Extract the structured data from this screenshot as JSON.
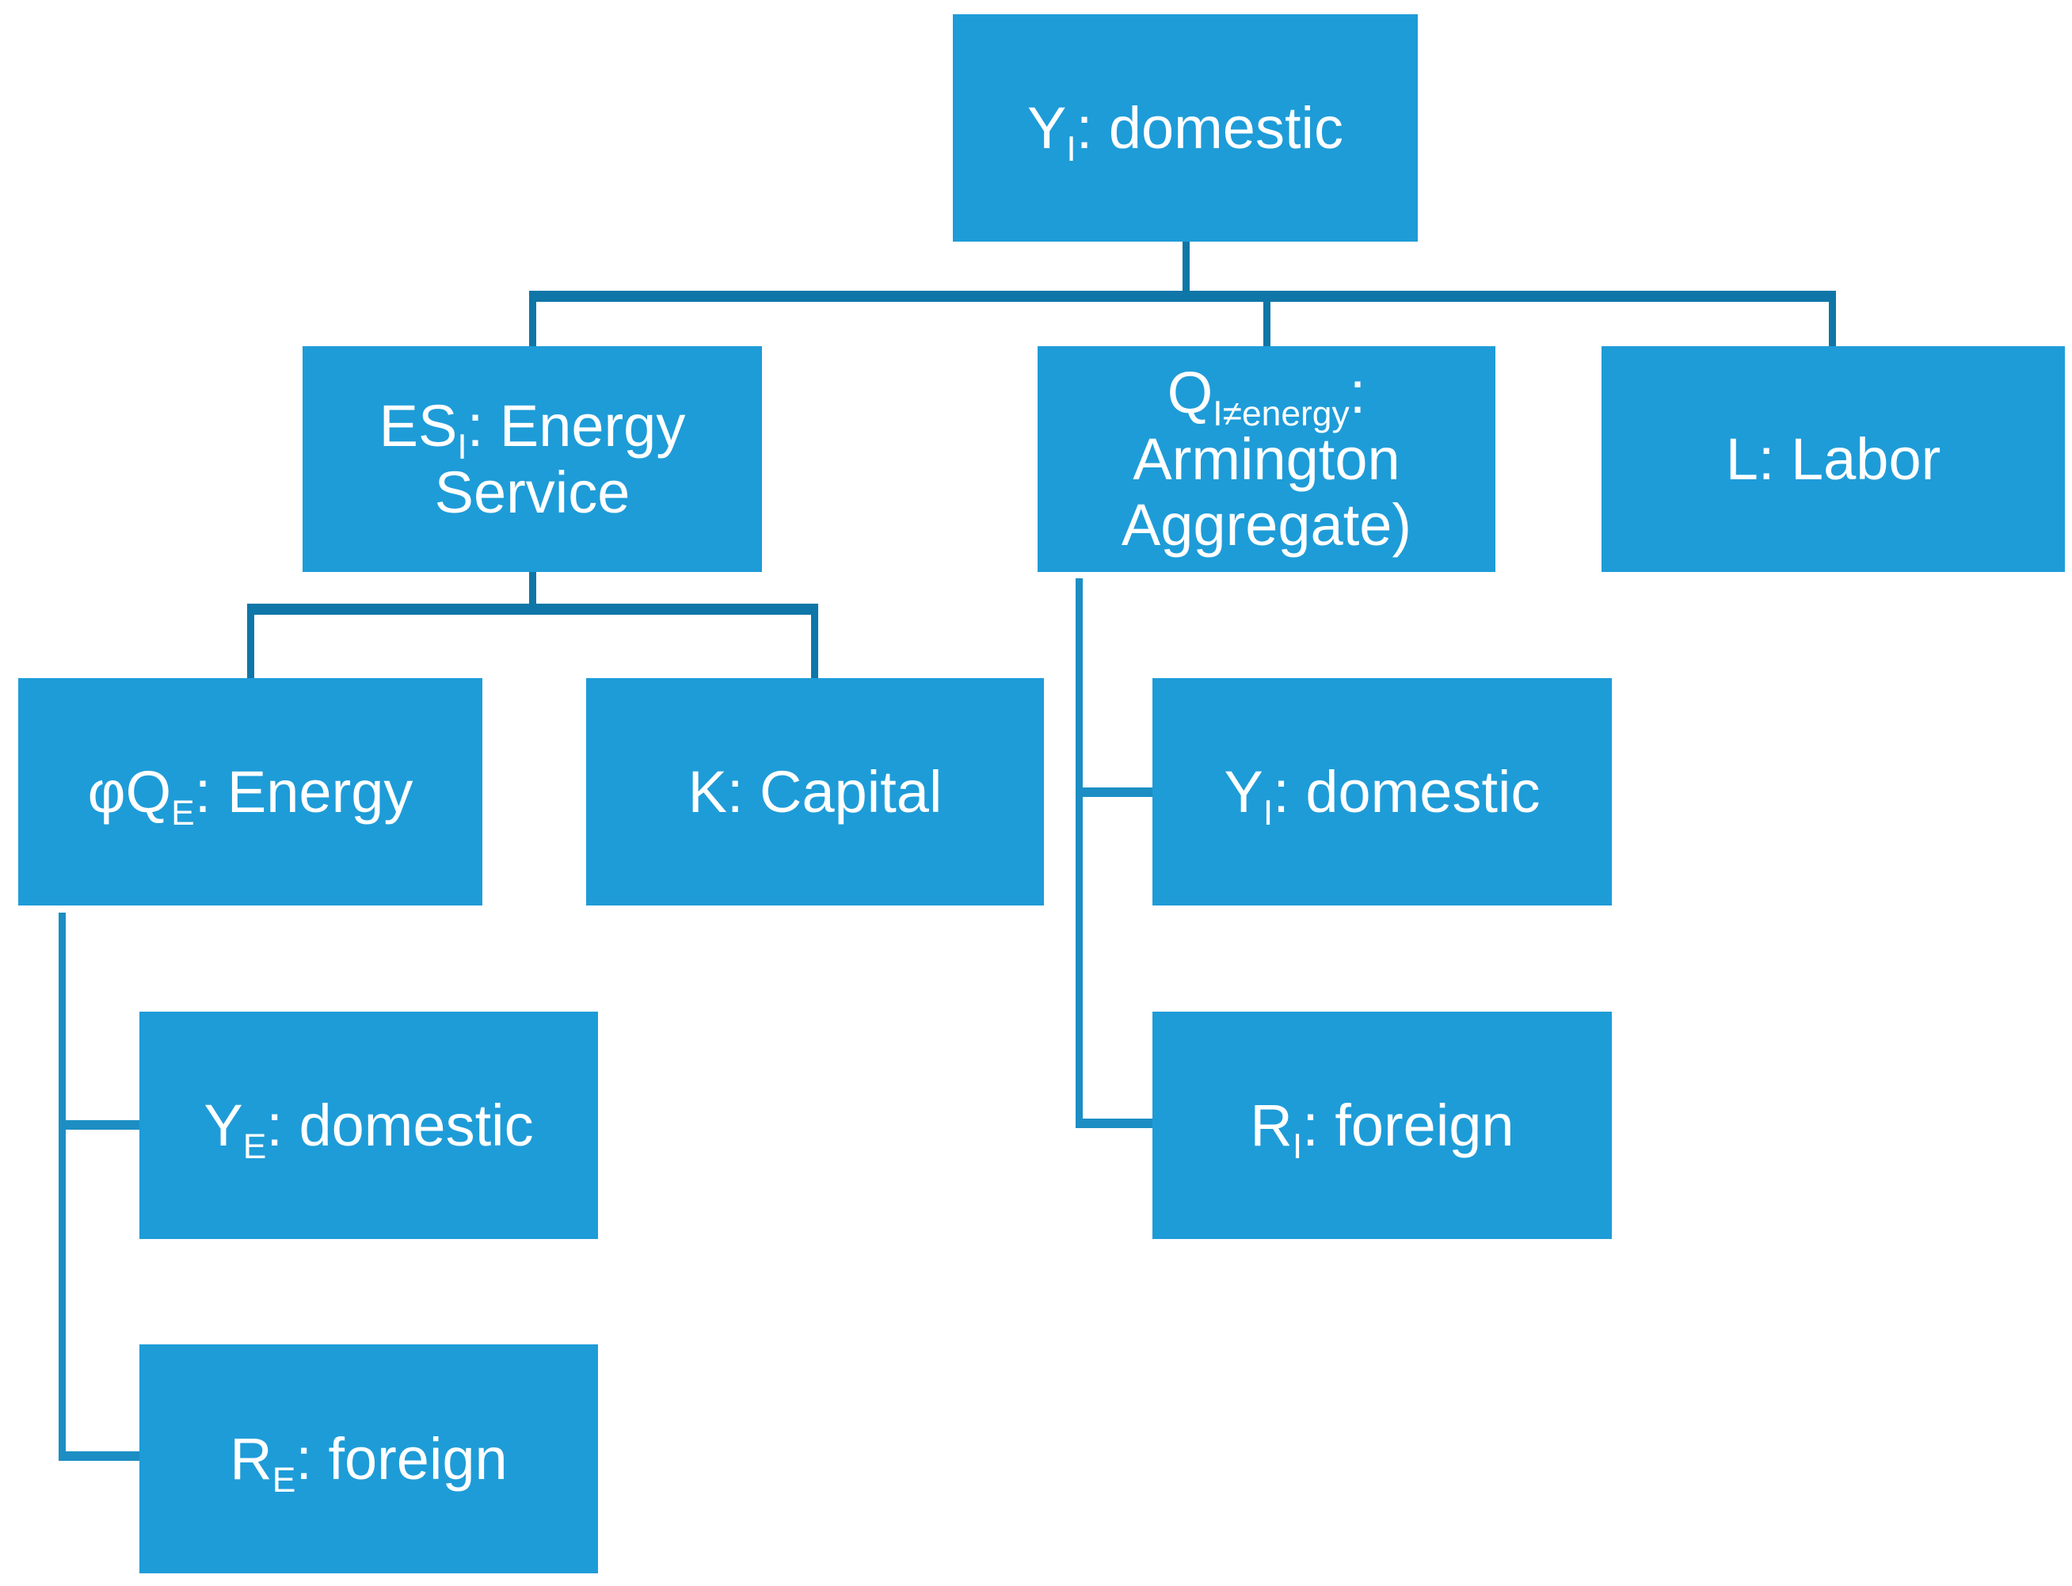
{
  "diagram": {
    "type": "hierarchy-tree",
    "colors": {
      "box_fill": "#1E9CD8",
      "text": "#FFFFFF",
      "connector_dark": "#0F76A8",
      "connector_light": "#1C8EC4",
      "background": "#FFFFFF"
    },
    "nodes": {
      "root": {
        "label": "Y_I: domestic",
        "parts": [
          {
            "t": "Y"
          },
          {
            "sub": "I"
          },
          {
            "t": ": domestic"
          }
        ]
      },
      "es": {
        "label": "ES_I: Energy Service",
        "parts": [
          {
            "t": "ES"
          },
          {
            "sub": "I"
          },
          {
            "t": ": Energy"
          },
          {
            "br": true
          },
          {
            "t": "Service"
          }
        ]
      },
      "q": {
        "label": "Q_I≠energy: Armington Aggregate)",
        "parts": [
          {
            "t": "Q"
          },
          {
            "sub": "I≠energy"
          },
          {
            "t": ":"
          },
          {
            "br": true
          },
          {
            "t": "Armington"
          },
          {
            "br": true
          },
          {
            "t": "Aggregate)"
          }
        ]
      },
      "labor": {
        "label": "L: Labor",
        "parts": [
          {
            "t": "L: Labor"
          }
        ]
      },
      "energy": {
        "label": "φQ_E: Energy",
        "parts": [
          {
            "t": "φQ"
          },
          {
            "sub": "E"
          },
          {
            "t": ": Energy"
          }
        ]
      },
      "capital": {
        "label": "K: Capital",
        "parts": [
          {
            "t": "K: Capital"
          }
        ]
      },
      "yi2": {
        "label": "Y_I: domestic",
        "parts": [
          {
            "t": "Y"
          },
          {
            "sub": "I"
          },
          {
            "t": ": domestic"
          }
        ]
      },
      "ye": {
        "label": "Y_E: domestic",
        "parts": [
          {
            "t": "Y"
          },
          {
            "sub": "E"
          },
          {
            "t": ": domestic"
          }
        ]
      },
      "ri": {
        "label": "R_I: foreign",
        "parts": [
          {
            "t": "R"
          },
          {
            "sub": "I"
          },
          {
            "t": ": foreign"
          }
        ]
      },
      "re": {
        "label": "R_E: foreign",
        "parts": [
          {
            "t": "R"
          },
          {
            "sub": "E"
          },
          {
            "t": ": foreign"
          }
        ]
      }
    },
    "edges": [
      [
        "root",
        "es"
      ],
      [
        "root",
        "q"
      ],
      [
        "root",
        "labor"
      ],
      [
        "es",
        "energy"
      ],
      [
        "es",
        "capital"
      ],
      [
        "energy",
        "ye"
      ],
      [
        "energy",
        "re"
      ],
      [
        "q",
        "yi2"
      ],
      [
        "q",
        "ri"
      ]
    ]
  }
}
